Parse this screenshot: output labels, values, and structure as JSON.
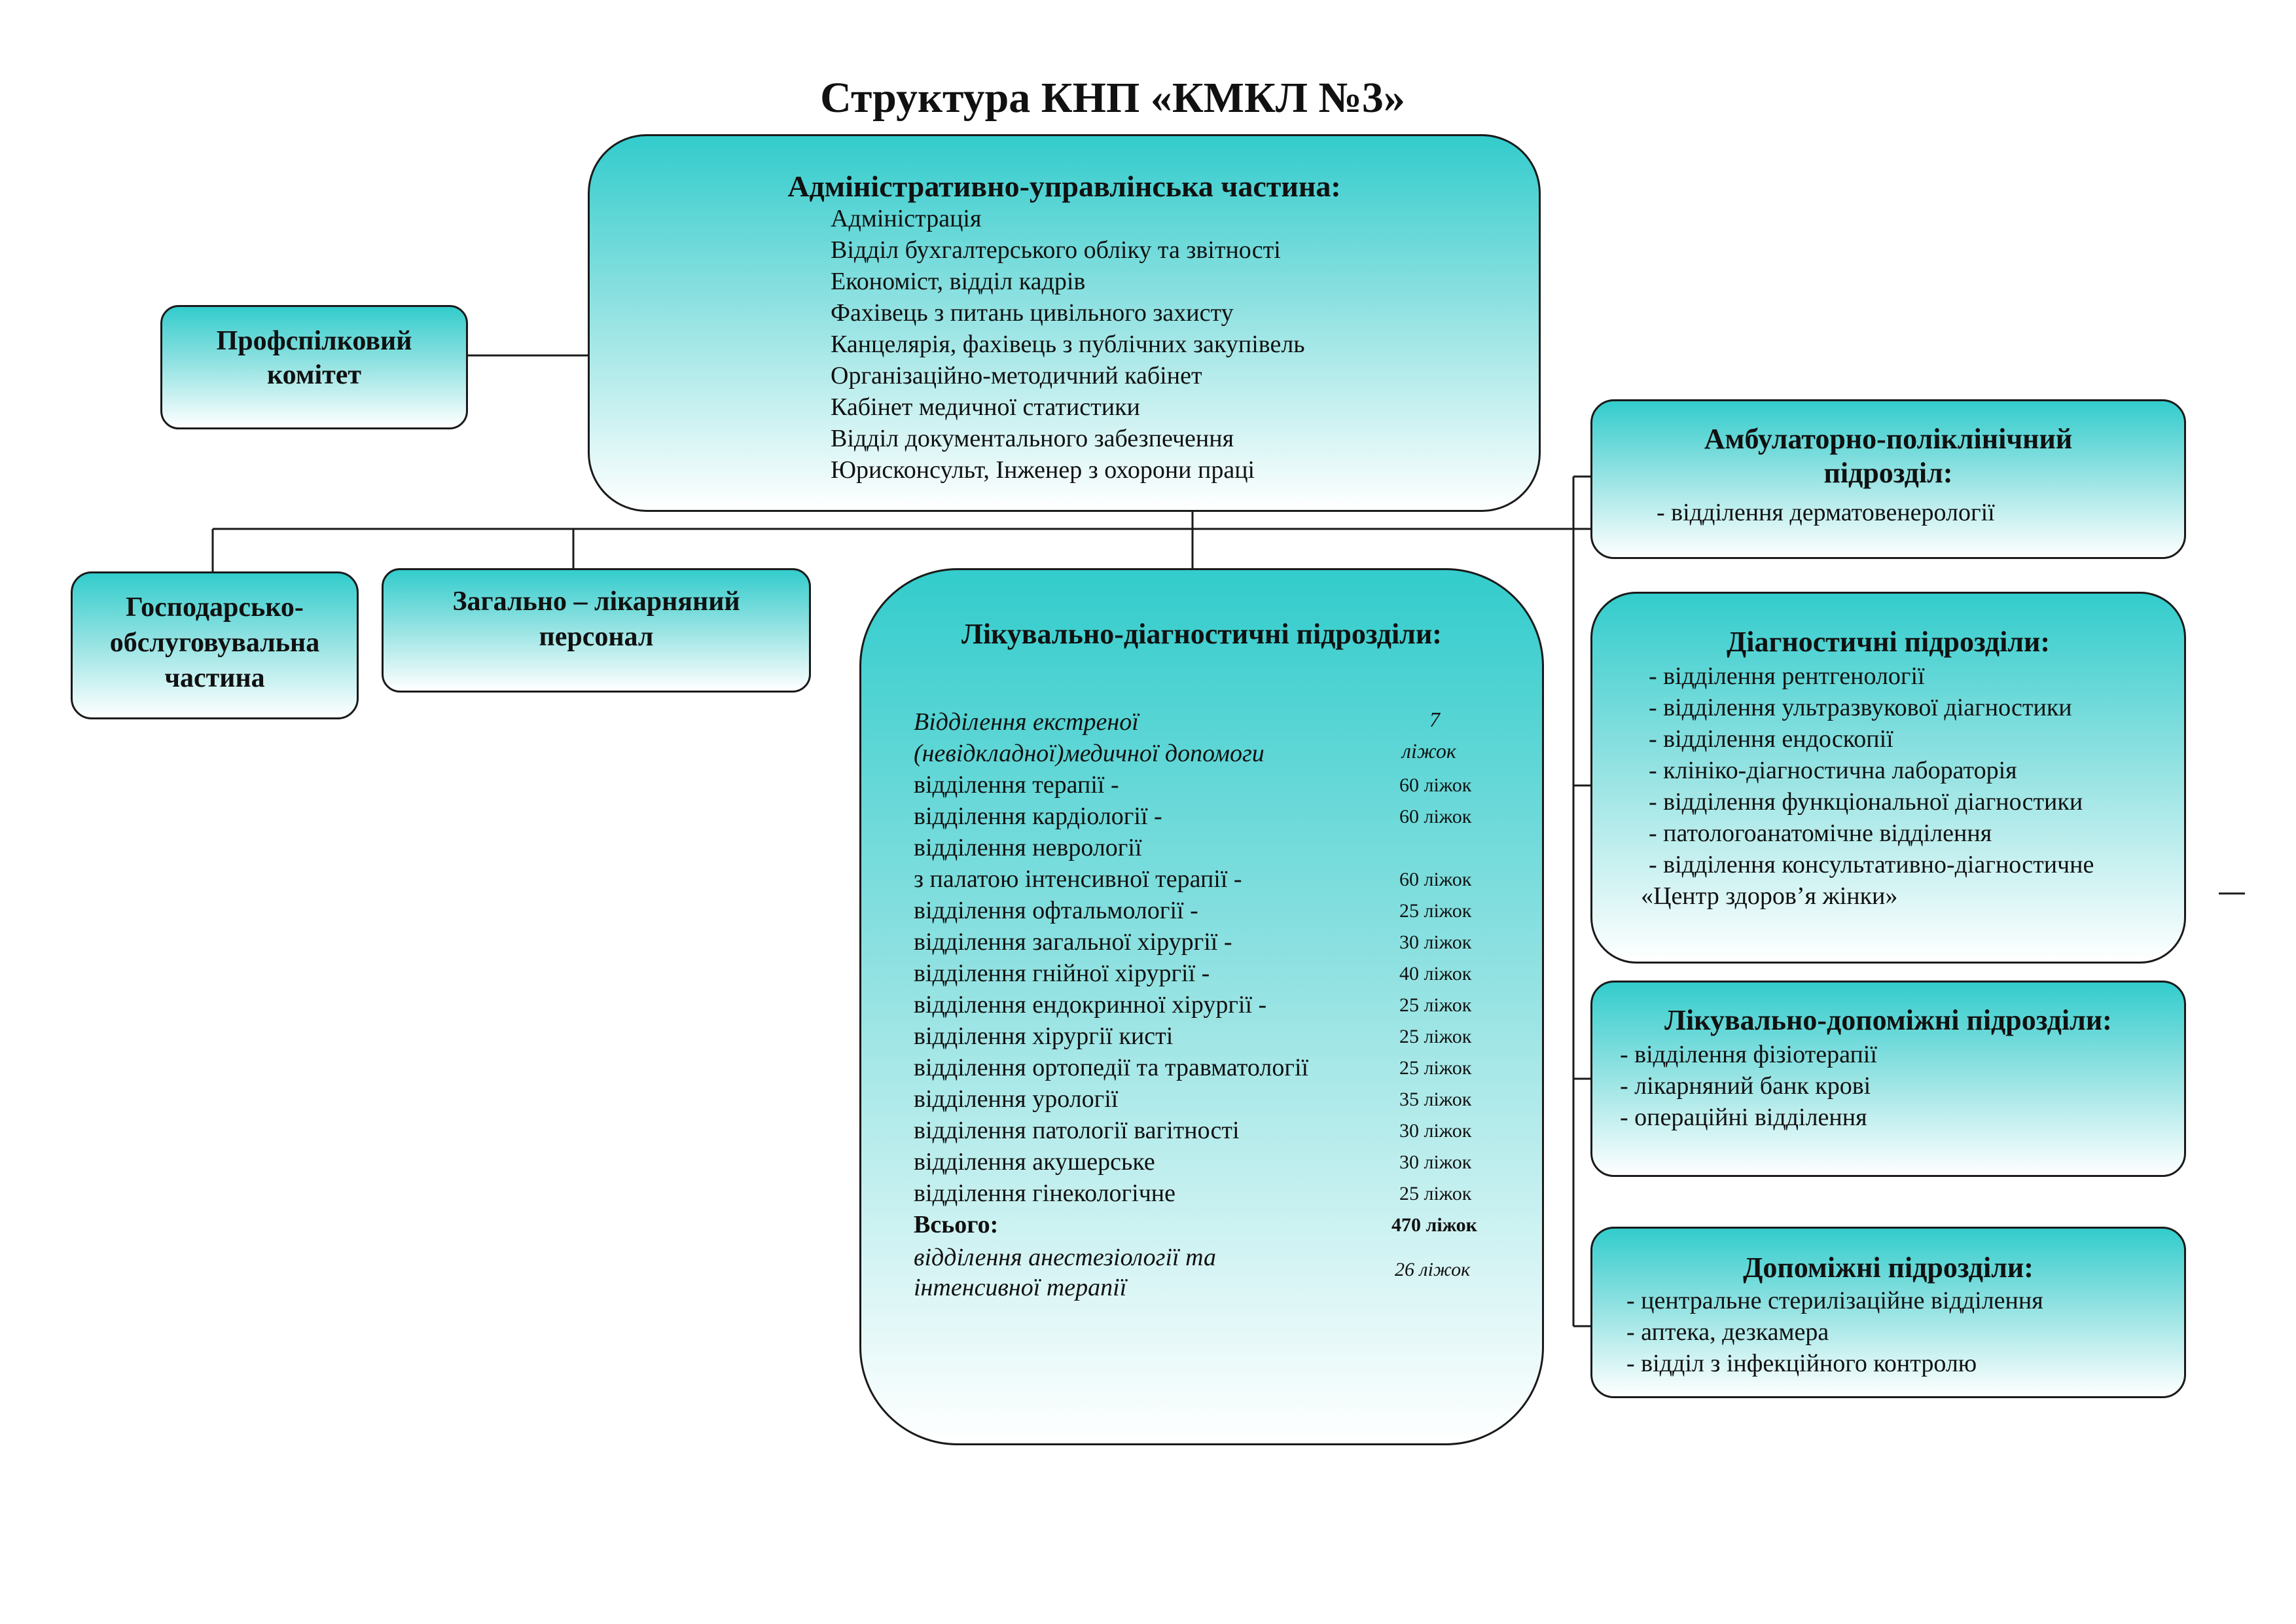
{
  "title": "Структура КНП «КМКЛ №3»",
  "admin": {
    "title": "Адміністративно-управлінська  частина:",
    "items": [
      "Адміністрація",
      "Відділ бухгалтерського обліку та звітності",
      "Економіст, відділ кадрів",
      "Фахівець з питань цивільного захисту",
      "Канцелярія, фахівець з публічних закупівель",
      "Організаційно-методичний кабінет",
      "Кабінет медичної статистики",
      "Відділ документального забезпечення",
      "Юрисконсульт, Інженер з охорони праці"
    ]
  },
  "union": {
    "line1": "Профспілковий",
    "line2": "комітет"
  },
  "household": {
    "line1": "Господарсько-",
    "line2": "обслуговувальна",
    "line3": "частина"
  },
  "general": {
    "line1": "Загально – лікарняний",
    "line2": "персонал"
  },
  "treatment": {
    "title": "Лікувально-діагностичні підрозділи:",
    "emergency": {
      "line1": "Відділення екстреної",
      "line2": "(невідкладної)медичної допомоги",
      "beds_num": "7",
      "beds_unit": "ліжок"
    },
    "rows": [
      {
        "name": "відділення терапії -",
        "beds": "60 ліжок"
      },
      {
        "name": "відділення кардіології    -",
        "beds": "60 ліжок"
      },
      {
        "name": "відділення неврології",
        "beds": ""
      },
      {
        "name": "з палатою інтенсивної терапії -",
        "beds": "60 ліжок"
      },
      {
        "name": "відділення офтальмології -",
        "beds": "25 ліжок"
      },
      {
        "name": "відділення загальної хірургії -",
        "beds": "30 ліжок"
      },
      {
        "name": "відділення гнійної хірургії -",
        "beds": "40 ліжок"
      },
      {
        "name": "відділення ендокринної хірургії -",
        "beds": "25 ліжок"
      },
      {
        "name": "відділення хірургії кисті",
        "beds": "25 ліжок"
      },
      {
        "name": "відділення ортопедії та травматології",
        "beds": "25 ліжок"
      },
      {
        "name": "відділення урології",
        "beds": "35 ліжок"
      },
      {
        "name": "відділення патології вагітності",
        "beds": "30 ліжок"
      },
      {
        "name": "відділення акушерське",
        "beds": "30 ліжок"
      },
      {
        "name": "відділення гінекологічне",
        "beds": "25 ліжок"
      }
    ],
    "total_label": "Всього:",
    "total_beds": "470 ліжок",
    "icu": {
      "line1": "відділення анестезіології та",
      "line2": "інтенсивної терапії",
      "beds": "26 ліжок"
    }
  },
  "ambulatory": {
    "title_line1": "Амбулаторно-поліклінічний",
    "title_line2": "підрозділ:",
    "items": [
      "-  відділення дерматовенерології"
    ]
  },
  "diagnostic": {
    "title": "Діагностичні підрозділи:",
    "items": [
      "- відділення рентгенології",
      "- відділення ультразвукової діагностики",
      "- відділення ендоскопії",
      "- клініко-діагностична лабораторія",
      "- відділення функціональної діагностики",
      "- патологоанатомічне  відділення",
      "- відділення консультативно-діагностичне",
      "«Центр здоров’я жінки»"
    ]
  },
  "auxiliary_treatment": {
    "title": "Лікувально-допоміжні підрозділи:",
    "items": [
      "- відділення фізіотерапії",
      "- лікарняний банк крові",
      "- операційні відділення"
    ]
  },
  "auxiliary": {
    "title": "Допоміжні підрозділи:",
    "items": [
      "- центральне стерилізаційне відділення",
      "- аптека, дезкамера",
      "- відділ з інфекційного контролю"
    ]
  },
  "colors": {
    "gradient_top": "#33cccc",
    "gradient_bottom": "#ffffff",
    "border": "#1a1a1a"
  }
}
